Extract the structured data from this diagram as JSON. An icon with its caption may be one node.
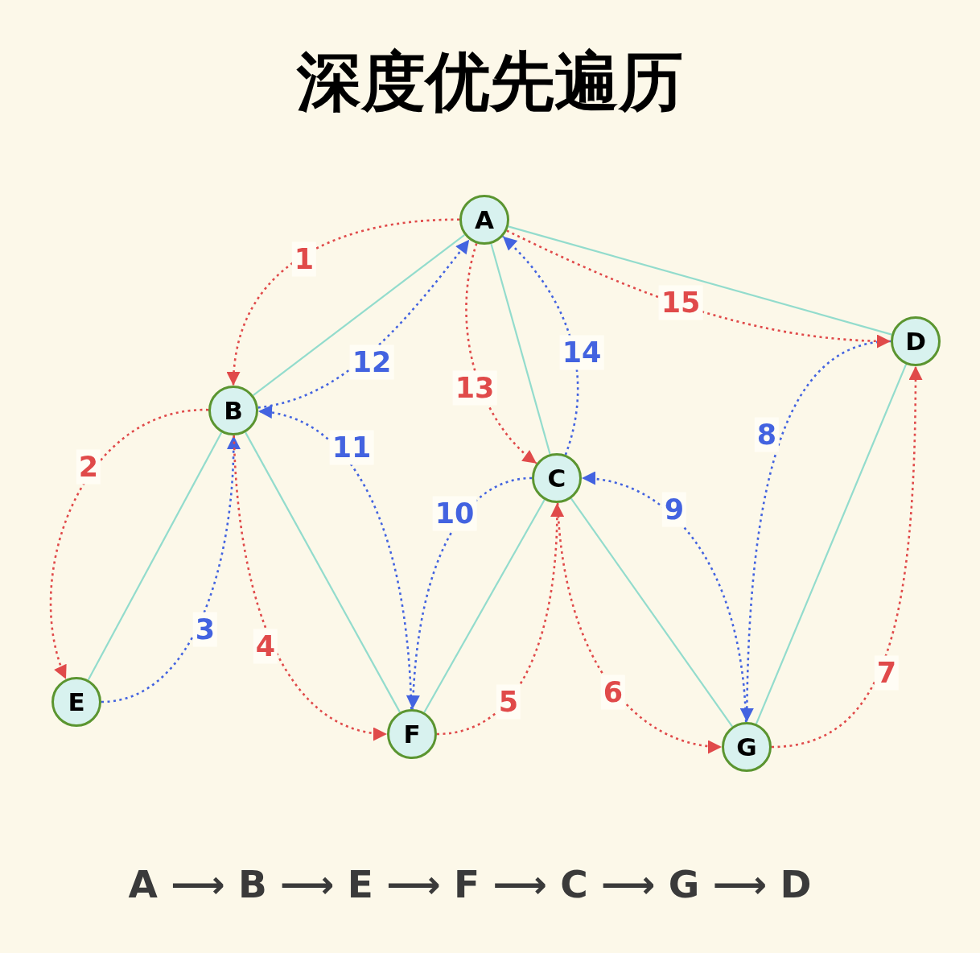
{
  "diagram": {
    "title": "深度优先遍历",
    "nodes": [
      {
        "text": [
          "A"
        ]
      },
      {
        "text": [
          "D"
        ]
      },
      {
        "text": [
          "B"
        ]
      },
      {
        "text": [
          "C"
        ]
      },
      {
        "text": [
          "E"
        ]
      },
      {
        "text": [
          "F"
        ]
      },
      {
        "text": [
          "G"
        ]
      }
    ],
    "edges": [
      {
        "from": 0,
        "to": 2,
        "arrow": "to",
        "label": "1",
        "style": "dashed",
        "color": "#e04a4a"
      },
      {
        "from": 2,
        "to": 4,
        "arrow": "to",
        "label": "2",
        "style": "dashed",
        "color": "#e04a4a"
      },
      {
        "from": 4,
        "to": 2,
        "arrow": "to",
        "label": "3",
        "style": "dashed",
        "color": "#4363e0"
      },
      {
        "from": 2,
        "to": 5,
        "arrow": "to",
        "label": "4",
        "style": "dashed",
        "color": "#e04a4a"
      },
      {
        "from": 5,
        "to": 3,
        "arrow": "to",
        "label": "5",
        "style": "dashed",
        "color": "#e04a4a"
      },
      {
        "from": 3,
        "to": 6,
        "arrow": "to",
        "label": "6",
        "style": "dashed",
        "color": "#e04a4a"
      },
      {
        "from": 6,
        "to": 1,
        "arrow": "to",
        "label": "7",
        "style": "dashed",
        "color": "#e04a4a"
      },
      {
        "from": 1,
        "to": 6,
        "arrow": "to",
        "label": "8",
        "style": "dashed",
        "color": "#4363e0"
      },
      {
        "from": 6,
        "to": 3,
        "arrow": "to",
        "label": "9",
        "style": "dashed",
        "color": "#4363e0"
      },
      {
        "from": 3,
        "to": 5,
        "arrow": "to",
        "label": "10",
        "style": "dashed",
        "color": "#4363e0"
      },
      {
        "from": 5,
        "to": 2,
        "arrow": "to",
        "label": "11",
        "style": "dashed",
        "color": "#4363e0"
      },
      {
        "from": 2,
        "to": 0,
        "arrow": "to",
        "label": "12",
        "style": "dashed",
        "color": "#4363e0"
      },
      {
        "from": 0,
        "to": 3,
        "arrow": "to",
        "label": "13",
        "style": "dashed",
        "color": "#e04a4a"
      },
      {
        "from": 3,
        "to": 0,
        "arrow": "to",
        "label": "14",
        "style": "dashed",
        "color": "#4363e0"
      },
      {
        "from": 0,
        "to": 1,
        "arrow": "to",
        "label": "15",
        "style": "dashed",
        "color": "#e04a4a"
      },
      {
        "from": 0,
        "to": 2,
        "arrow": "none",
        "color": "#93dccd"
      },
      {
        "from": 0,
        "to": 3,
        "arrow": "none",
        "color": "#93dccd"
      },
      {
        "from": 0,
        "to": 1,
        "arrow": "none",
        "color": "#93dccd"
      },
      {
        "from": 2,
        "to": 4,
        "arrow": "none",
        "color": "#93dccd"
      },
      {
        "from": 2,
        "to": 5,
        "arrow": "none",
        "color": "#93dccd"
      },
      {
        "from": 3,
        "to": 5,
        "arrow": "none",
        "color": "#93dccd"
      },
      {
        "from": 3,
        "to": 6,
        "arrow": "none",
        "color": "#93dccd"
      },
      {
        "from": 1,
        "to": 6,
        "arrow": "none",
        "color": "#93dccd"
      }
    ],
    "labels": [
      "A ⟶ B ⟶ E ⟶ F ⟶ C ⟶ G ⟶ D"
    ]
  }
}
